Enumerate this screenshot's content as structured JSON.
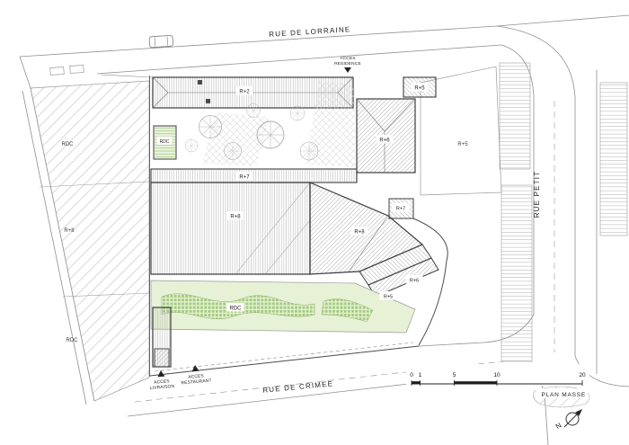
{
  "streets": {
    "lorraine": "RUE DE LORRAINE",
    "crimee": "RUE DE CRIMEE",
    "petit": "RUE PETIT"
  },
  "access": {
    "residence": [
      "ACCES",
      "RESIDENCE"
    ],
    "livraison": [
      "ACCES",
      "LIVRAISON"
    ],
    "restaurant": [
      "ACCES",
      "RESTAURANT"
    ]
  },
  "buildings": {
    "r2": "R+2",
    "r5_ne": "R+5",
    "r6_e": "R+6",
    "r7_bar": "R+7",
    "r7_box": "R+7",
    "r8_main": "R+8",
    "r8_wing": "R+8",
    "r6_terrace": "R+6",
    "r5_terrace": "R+5",
    "rdc_pavilion": "RDC",
    "rdc_garden": "RDC"
  },
  "context": {
    "rdc_nw": "RDC",
    "r8_w": "R+8",
    "rdc_sw": "RDC",
    "r5_e": "R+5"
  },
  "scale": {
    "ticks": [
      "0",
      "1",
      "5",
      "10",
      "20"
    ],
    "caption": "PLAN MASSE"
  },
  "north": {
    "label": "N"
  },
  "colors": {
    "building_line": "#3d3d3d",
    "context_line": "#9a9a9a",
    "lawn": "#e6f1d6",
    "hedge": "#a3cb7d"
  }
}
